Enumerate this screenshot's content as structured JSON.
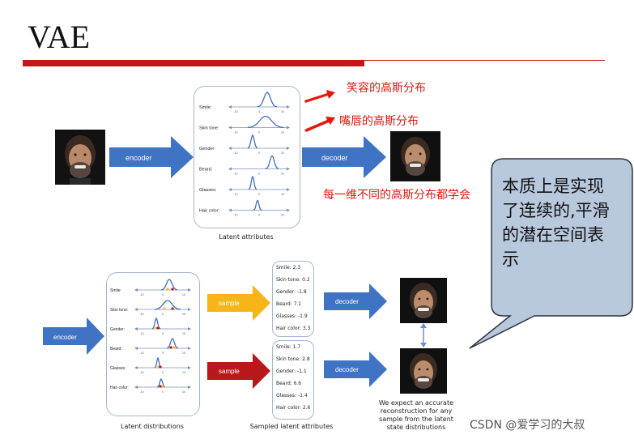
{
  "title": "VAE",
  "top_panel": {
    "encoder_label": "encoder",
    "decoder_label": "decoder",
    "caption": "Latent attributes",
    "attributes": [
      "Smile:",
      "Skin tone:",
      "Gender:",
      "Beard:",
      "Glasses:",
      "Hair color:"
    ],
    "axis_ticks": [
      "-10",
      "0",
      "10"
    ]
  },
  "annotations": {
    "smile": "笑容的高斯分布",
    "lips": "嘴唇的高斯分布",
    "each_dim": "每一维不同的高斯分布都学会"
  },
  "callout": "本质上是实现了连续的,平滑的潜在空间表示",
  "bottom_panel": {
    "encoder_label": "encoder",
    "sample_label": "sample",
    "decoder_label": "decoder",
    "attributes": [
      "Smile:",
      "Skin tone:",
      "Gender:",
      "Beard:",
      "Glasses:",
      "Hair color:"
    ],
    "axis_ticks": [
      "-10",
      "0",
      "10"
    ],
    "latent_caption": "Latent distributions",
    "sampled_caption": "Sampled latent attributes",
    "expect_caption": "We expect an accurate reconstruction for any sample from the latent state distributions",
    "sample_a": [
      "Smile: 2.3",
      "Skin tone: 0.2",
      "Gender: -1.8",
      "Beard: 7.1",
      "Glasses: -1.9",
      "Hair color: 3.3"
    ],
    "sample_b": [
      "Smile: 1.7",
      "Skin tone: 2.8",
      "Gender: -1.1",
      "Beard: 6.6",
      "Glasses: -1.4",
      "Hair color: 2.6"
    ]
  },
  "watermark": "CSDN @爱学习的大叔",
  "colors": {
    "title_bar": "#c4161c",
    "arrow_blue": "#3f73c4",
    "arrow_yellow": "#f6b619",
    "arrow_red": "#b8171b",
    "annotation_red": "#e3170d",
    "callout_fill": "#b9c9dd"
  }
}
